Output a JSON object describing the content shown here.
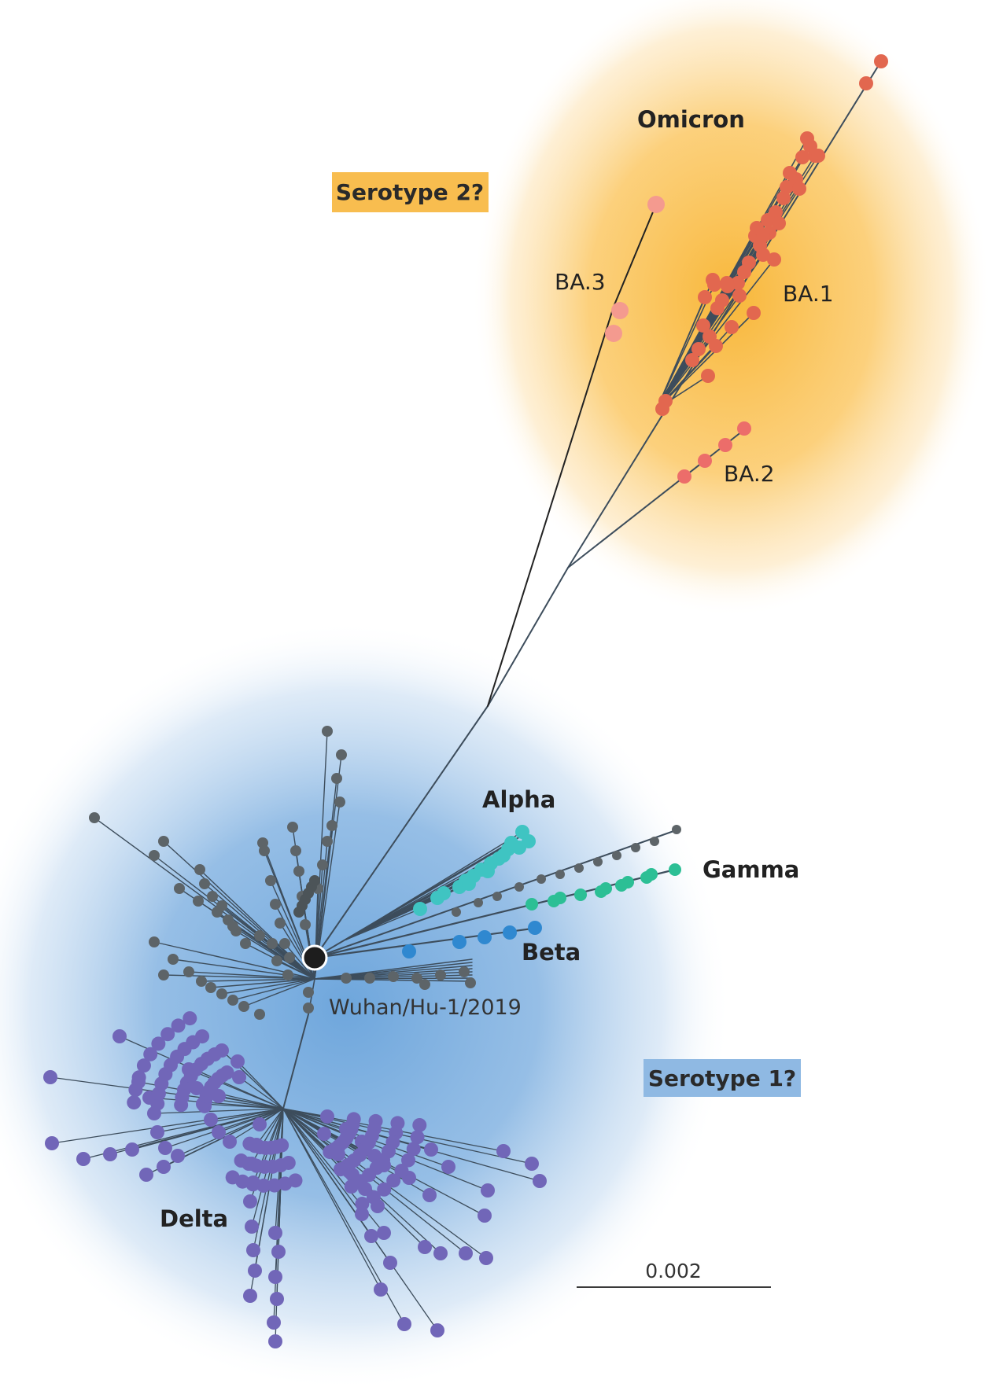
{
  "labels": {
    "omicron": "Omicron",
    "serotype2": "Serotype 2?",
    "serotype1": "Serotype 1?",
    "ba3": "BA.3",
    "ba1": "BA.1",
    "ba2": "BA.2",
    "alpha": "Alpha",
    "gamma": "Gamma",
    "beta": "Beta",
    "delta": "Delta",
    "reference": "Wuhan/Hu-1/2019",
    "scale": "0.002"
  },
  "colors": {
    "omicron_ba1": "#e2674f",
    "omicron_ba2": "#ec6d6a",
    "omicron_ba3": "#f49a8f",
    "alpha": "#3fc4c2",
    "gamma": "#2cbf95",
    "beta": "#2f88d0",
    "delta": "#7166b8",
    "ancestral": "#5d6468",
    "reference": "#1d1d1d",
    "branch": "#3d4d5c",
    "serotype2_tag": "#f8bd4f",
    "serotype1_tag": "#8fb9e3",
    "glow_orange": "#f8b73a",
    "glow_blue": "#6ea6dc"
  },
  "icons": [
    "root-reference-node",
    "scale-bar"
  ]
}
